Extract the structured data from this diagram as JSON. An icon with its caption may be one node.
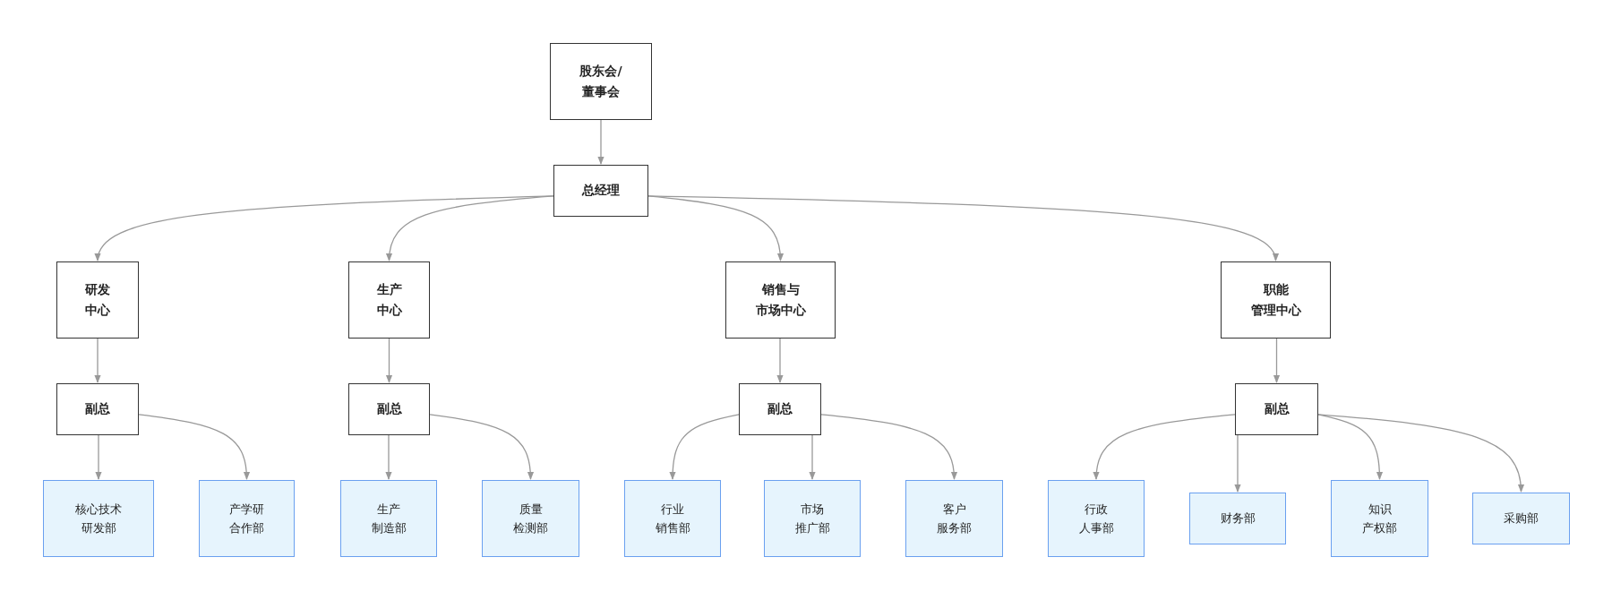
{
  "diagram": {
    "nodes": [
      {
        "text": [
          "股东会/董事会"
        ]
      },
      {
        "text": [
          "总经理"
        ]
      },
      {
        "text": [
          "研发中心"
        ]
      },
      {
        "text": [
          "生产中心"
        ]
      },
      {
        "text": [
          "销售与市场中心"
        ]
      },
      {
        "text": [
          "职能管理中心"
        ]
      },
      {
        "text": [
          "副总"
        ]
      },
      {
        "text": [
          "副总"
        ]
      },
      {
        "text": [
          "副总"
        ]
      },
      {
        "text": [
          "副总"
        ]
      },
      {
        "text": [
          "核心技术研发部"
        ]
      },
      {
        "text": [
          "产学研合作部"
        ]
      },
      {
        "text": [
          "生产制造部"
        ]
      },
      {
        "text": [
          "质量检测部"
        ]
      },
      {
        "text": [
          "行业销售部"
        ]
      },
      {
        "text": [
          "市场推广部"
        ]
      },
      {
        "text": [
          "客户服务部"
        ]
      },
      {
        "text": [
          "行政人事部"
        ]
      },
      {
        "text": [
          "财务部"
        ]
      },
      {
        "text": [
          "知识产权部"
        ]
      },
      {
        "text": [
          "采购部"
        ]
      }
    ],
    "edges": [
      {
        "from": 0,
        "to": 1,
        "arrow": "to"
      },
      {
        "from": 1,
        "to": 2,
        "arrow": "to"
      },
      {
        "from": 1,
        "to": 3,
        "arrow": "to"
      },
      {
        "from": 1,
        "to": 4,
        "arrow": "to"
      },
      {
        "from": 1,
        "to": 5,
        "arrow": "to"
      },
      {
        "from": 2,
        "to": 6,
        "arrow": "to"
      },
      {
        "from": 3,
        "to": 7,
        "arrow": "to"
      },
      {
        "from": 4,
        "to": 8,
        "arrow": "to"
      },
      {
        "from": 5,
        "to": 9,
        "arrow": "to"
      },
      {
        "from": 6,
        "to": 10,
        "arrow": "to"
      },
      {
        "from": 6,
        "to": 11,
        "arrow": "to"
      },
      {
        "from": 7,
        "to": 12,
        "arrow": "to"
      },
      {
        "from": 7,
        "to": 13,
        "arrow": "to"
      },
      {
        "from": 8,
        "to": 14,
        "arrow": "to"
      },
      {
        "from": 8,
        "to": 15,
        "arrow": "to"
      },
      {
        "from": 8,
        "to": 16,
        "arrow": "to"
      },
      {
        "from": 9,
        "to": 17,
        "arrow": "to"
      },
      {
        "from": 9,
        "to": 18,
        "arrow": "to"
      },
      {
        "from": 9,
        "to": 19,
        "arrow": "to"
      },
      {
        "from": 9,
        "to": 20,
        "arrow": "to"
      }
    ]
  }
}
